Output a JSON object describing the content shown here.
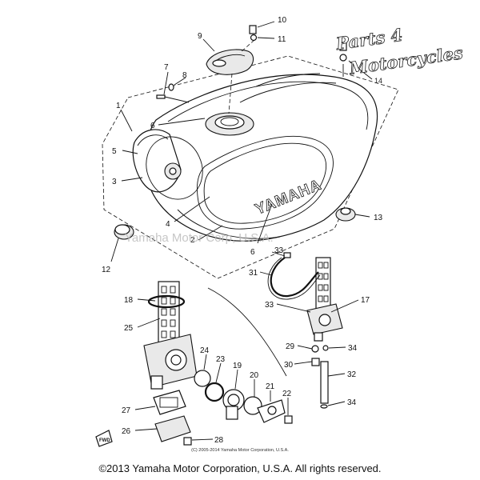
{
  "watermark": "Yamaha Motor Corp, U.S.A.",
  "logo": {
    "line1": "Parts 4",
    "line2": "Motorcycles",
    "callout": "14"
  },
  "tank_label": "YAMAHA",
  "fwd_label": "FWD",
  "small_copyright": "(C) 2005-2014 Yamaha Motor Corporation, U.S.A.",
  "copyright": "©2013 Yamaha Motor Corporation, U.S.A. All rights reserved.",
  "callouts": {
    "c1": "1",
    "c2": "2",
    "c3": "3",
    "c4": "4",
    "c5": "5",
    "c6a": "6",
    "c6b": "6",
    "c7": "7",
    "c8": "8",
    "c9": "9",
    "c10": "10",
    "c11": "11",
    "c12": "12",
    "c13": "13",
    "c17": "17",
    "c18": "18",
    "c19": "19",
    "c20": "20",
    "c21": "21",
    "c22": "22",
    "c23": "23",
    "c24": "24",
    "c25": "25",
    "c26": "26",
    "c27": "27",
    "c28": "28",
    "c29": "29",
    "c30": "30",
    "c31": "31",
    "c32": "32",
    "c33a": "33",
    "c33b": "33",
    "c34a": "34",
    "c34b": "34"
  }
}
